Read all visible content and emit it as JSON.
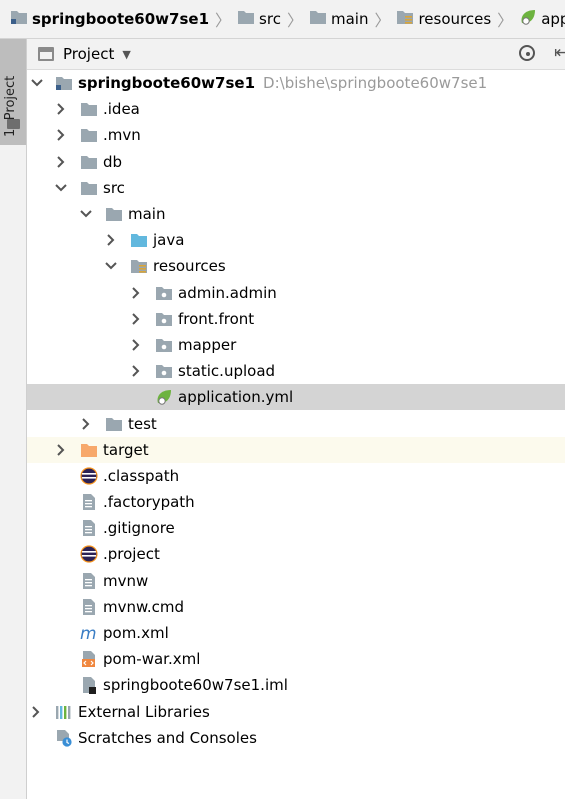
{
  "breadcrumb": {
    "items": [
      {
        "label": "springboote60w7se1",
        "icon": "module-folder-icon"
      },
      {
        "label": "src",
        "icon": "folder-icon"
      },
      {
        "label": "main",
        "icon": "folder-icon"
      },
      {
        "label": "resources",
        "icon": "resources-folder-icon"
      },
      {
        "label": "application.y",
        "icon": "spring-yml-icon"
      }
    ]
  },
  "tool_strip": {
    "tab_label": "1: Project"
  },
  "panel": {
    "title": "Project"
  },
  "tree": {
    "root": {
      "label": "springboote60w7se1",
      "path": "D:\\bishe\\springboote60w7se1"
    },
    "items": [
      {
        "label": ".idea"
      },
      {
        "label": ".mvn"
      },
      {
        "label": "db"
      },
      {
        "label": "src"
      },
      {
        "label": "main"
      },
      {
        "label": "java"
      },
      {
        "label": "resources"
      },
      {
        "label": "admin.admin"
      },
      {
        "label": "front.front"
      },
      {
        "label": "mapper"
      },
      {
        "label": "static.upload"
      },
      {
        "label": "application.yml"
      },
      {
        "label": "test"
      },
      {
        "label": "target"
      },
      {
        "label": ".classpath"
      },
      {
        "label": ".factorypath"
      },
      {
        "label": ".gitignore"
      },
      {
        "label": ".project"
      },
      {
        "label": "mvnw"
      },
      {
        "label": "mvnw.cmd"
      },
      {
        "label": "pom.xml"
      },
      {
        "label": "pom-war.xml"
      },
      {
        "label": "springboote60w7se1.iml"
      },
      {
        "label": "External Libraries"
      },
      {
        "label": "Scratches and Consoles"
      }
    ]
  },
  "colors": {
    "folder": "#9aa7b0",
    "source_folder": "#62b8de",
    "excluded_folder": "#f7a86b",
    "spring_green": "#6db33f",
    "maven_blue": "#3a7dc4",
    "selection": "#d4d4d4"
  }
}
